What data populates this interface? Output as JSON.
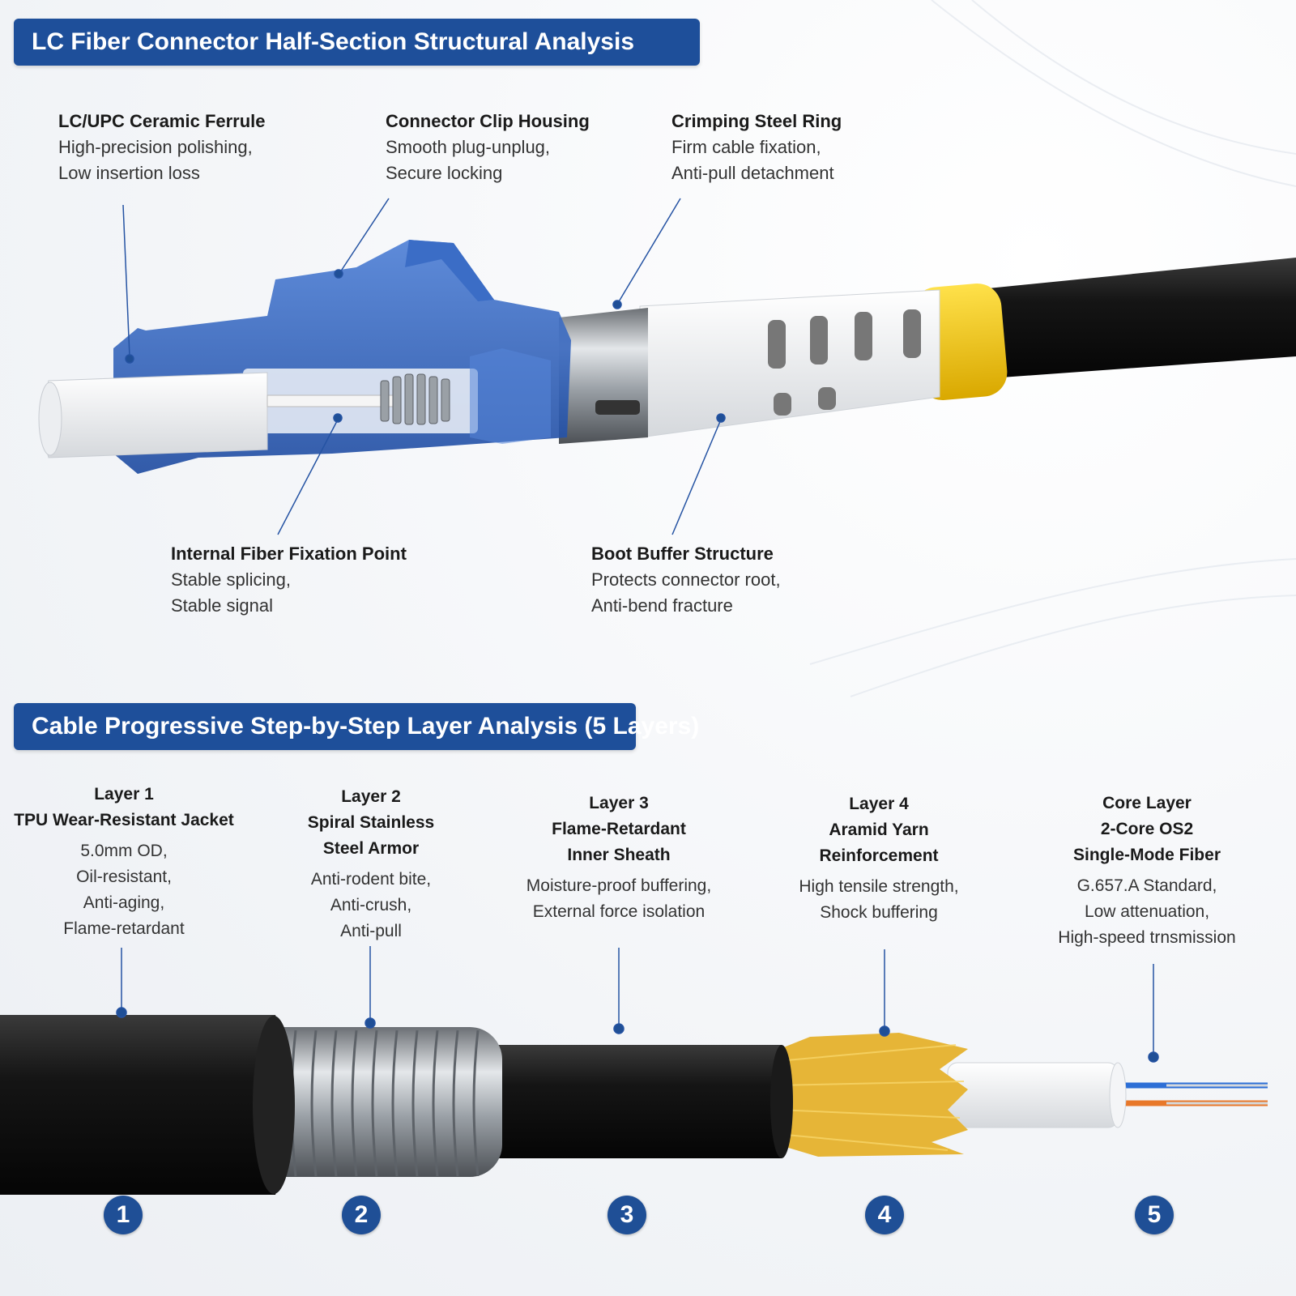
{
  "section1": {
    "title": "LC Fiber Connector Half-Section Structural Analysis",
    "callouts": [
      {
        "title": "LC/UPC Ceramic Ferrule",
        "line1": "High-precision polishing,",
        "line2": "Low insertion loss"
      },
      {
        "title": "Connector Clip Housing",
        "line1": "Smooth plug-unplug,",
        "line2": "Secure locking"
      },
      {
        "title": "Crimping Steel Ring",
        "line1": "Firm cable fixation,",
        "line2": "Anti-pull detachment"
      },
      {
        "title": "Internal Fiber Fixation Point",
        "line1": "Stable splicing,",
        "line2": "Stable signal"
      },
      {
        "title": "Boot Buffer Structure",
        "line1": "Protects connector root,",
        "line2": "Anti-bend fracture"
      }
    ]
  },
  "section2": {
    "title": "Cable Progressive Step-by-Step Layer Analysis (5 Layers)",
    "layers": [
      {
        "title_lines": [
          "Layer 1",
          "TPU Wear-Resistant Jacket"
        ],
        "desc_lines": [
          "5.0mm OD,",
          "Oil-resistant,",
          "Anti-aging,",
          "Flame-retardant"
        ],
        "number": "1"
      },
      {
        "title_lines": [
          "Layer 2",
          "Spiral Stainless",
          "Steel Armor"
        ],
        "desc_lines": [
          "Anti-rodent bite,",
          "Anti-crush,",
          "Anti-pull"
        ],
        "number": "2"
      },
      {
        "title_lines": [
          "Layer 3",
          "Flame-Retardant",
          "Inner Sheath"
        ],
        "desc_lines": [
          "Moisture-proof buffering,",
          "External force isolation"
        ],
        "number": "3"
      },
      {
        "title_lines": [
          "Layer 4",
          "Aramid Yarn",
          "Reinforcement"
        ],
        "desc_lines": [
          "High tensile strength,",
          "Shock buffering"
        ],
        "number": "4"
      },
      {
        "title_lines": [
          "Core Layer",
          "2-Core OS2",
          "Single-Mode Fiber"
        ],
        "desc_lines": [
          "G.657.A Standard,",
          "Low attenuation,",
          "High-speed trnsmission"
        ],
        "number": "5"
      }
    ]
  },
  "colors": {
    "banner": "#1e4f9a",
    "connector_blue": "#2d5fb8",
    "jacket_black": "#161616",
    "marker_yellow": "#f3c81a",
    "aramid": "#e8b93a",
    "leader": "#2553a3"
  }
}
